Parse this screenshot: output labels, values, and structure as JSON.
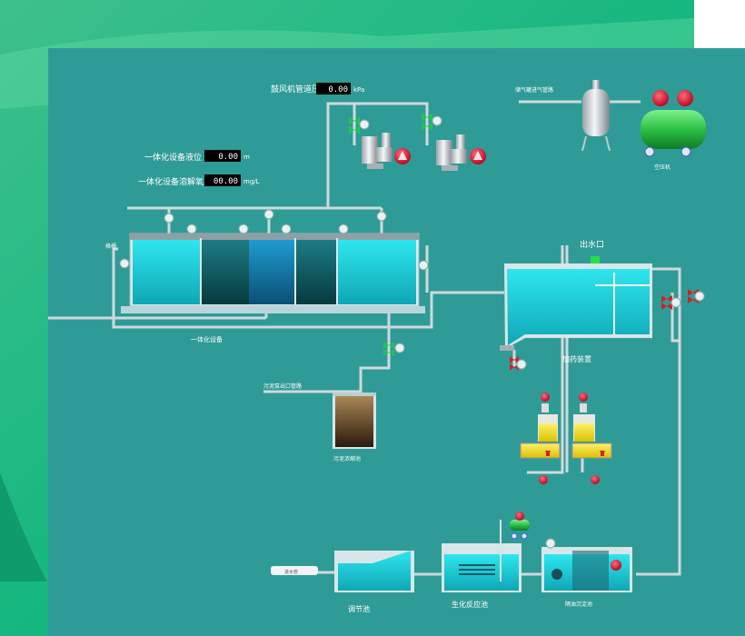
{
  "colors": {
    "panel": "#2f9b96",
    "pipe": "#cfd9dc",
    "water": "#19d3e0",
    "water_dark": "#0a5c63",
    "pump_red": "#d8102a",
    "valve_green": "#22c25a",
    "valve_red": "#d41f2c",
    "tank_yellow": "#f2e21e",
    "sludge": "#6b4a2a"
  },
  "readouts": {
    "air_pipe_pressure": {
      "label": "鼓风机管道压",
      "value": "0.00",
      "unit": "kPa"
    },
    "tank1_level": {
      "label": "一体化设备液位",
      "value": "0.00",
      "unit": "m"
    },
    "tank1_do": {
      "label": "一体化设备溶解氧",
      "value": "00.00",
      "unit": "mg/L"
    }
  },
  "labels": {
    "outlet_tag": "出水口",
    "integrated_equipment": "一体化设备",
    "sludge_tank": "污泥浓缩池",
    "sludge_pipe": "污泥泵出口管路",
    "dosing_system": "加药装置",
    "regulating_tank": "调节池",
    "bar_screen": "格栅",
    "biochem_pool": "生化反应池",
    "equalization_pool": "隔油沉淀池",
    "air_compressor": "空压机",
    "gas_holding": "储气罐进气管路",
    "inlet_pipe": "进水管"
  }
}
